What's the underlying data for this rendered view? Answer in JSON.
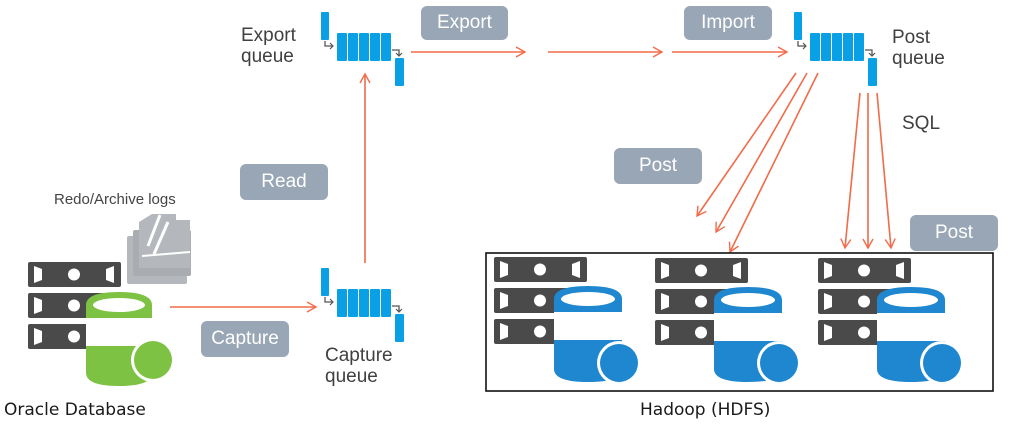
{
  "colors": {
    "arrow": "#f26b4a",
    "queue": "#0aa0e6",
    "oracle_db": "#7dc242",
    "hadoop_db": "#1f87cf",
    "server": "#4a4a4a",
    "tag_bg": "#98a6b6",
    "logs": "#b4b8bc"
  },
  "tags": {
    "export": "Export",
    "import": "Import",
    "read": "Read",
    "capture": "Capture",
    "post_left": "Post",
    "post_right": "Post"
  },
  "labels": {
    "export_queue_1": "Export",
    "export_queue_2": "queue",
    "post_queue_1": "Post",
    "post_queue_2": "queue",
    "capture_queue_1": "Capture",
    "capture_queue_2": "queue",
    "sql": "SQL",
    "redo_logs": "Redo/Archive logs",
    "oracle_database": "Oracle Database",
    "hadoop": "Hadoop (HDFS)"
  },
  "icons": {
    "queue": "queue-icon",
    "server": "server-rack-icon",
    "database": "database-icon",
    "logs": "log-files-icon",
    "arrow": "arrow-icon"
  }
}
